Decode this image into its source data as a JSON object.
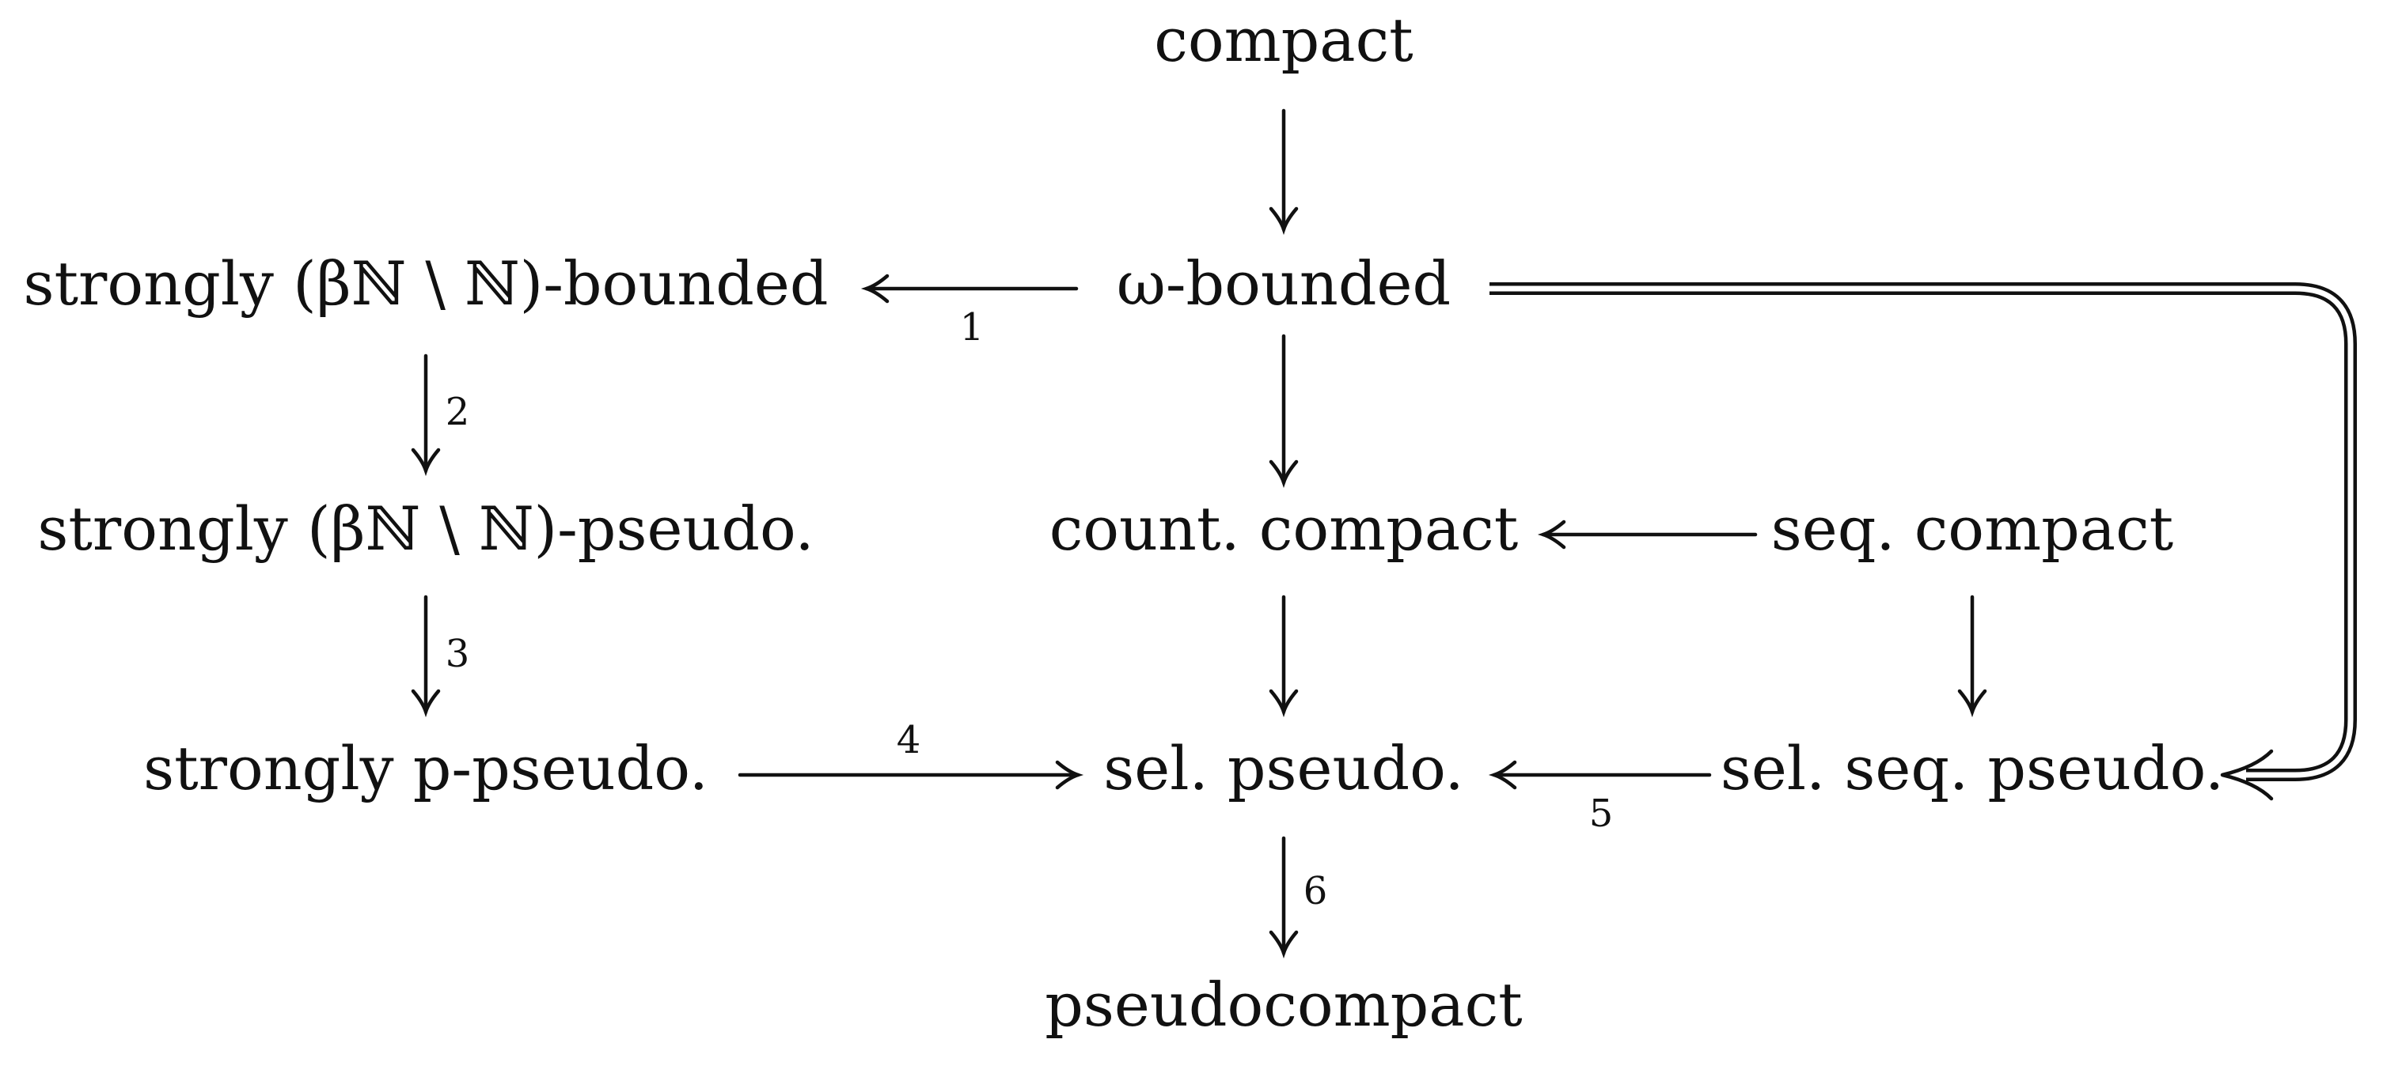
{
  "nodes": {
    "compact": "compact",
    "omega_bounded": "ω-bounded",
    "strongly_bn_bounded": "strongly (βℕ \\ ℕ)-bounded",
    "strongly_bn_pseudo": "strongly (βℕ \\ ℕ)-pseudo.",
    "count_compact": "count. compact",
    "seq_compact": "seq. compact",
    "strongly_p_pseudo": "strongly p-pseudo.",
    "sel_pseudo": "sel. pseudo.",
    "sel_seq_pseudo": "sel. seq. pseudo.",
    "pseudocompact": "pseudocompact"
  },
  "edge_labels": {
    "e1": "1",
    "e2": "2",
    "e3": "3",
    "e4": "4",
    "e5": "5",
    "e6": "6"
  },
  "edges": [
    {
      "from": "compact",
      "to": "omega_bounded",
      "type": "single"
    },
    {
      "from": "omega_bounded",
      "to": "strongly_bn_bounded",
      "type": "single",
      "label": "1"
    },
    {
      "from": "omega_bounded",
      "to": "count_compact",
      "type": "single"
    },
    {
      "from": "omega_bounded",
      "to": "sel_seq_pseudo",
      "type": "double"
    },
    {
      "from": "strongly_bn_bounded",
      "to": "strongly_bn_pseudo",
      "type": "single",
      "label": "2"
    },
    {
      "from": "strongly_bn_pseudo",
      "to": "strongly_p_pseudo",
      "type": "single",
      "label": "3"
    },
    {
      "from": "seq_compact",
      "to": "count_compact",
      "type": "single"
    },
    {
      "from": "count_compact",
      "to": "sel_pseudo",
      "type": "single"
    },
    {
      "from": "seq_compact",
      "to": "sel_seq_pseudo",
      "type": "single"
    },
    {
      "from": "strongly_p_pseudo",
      "to": "sel_pseudo",
      "type": "single",
      "label": "4"
    },
    {
      "from": "sel_seq_pseudo",
      "to": "sel_pseudo",
      "type": "single",
      "label": "5"
    },
    {
      "from": "sel_pseudo",
      "to": "pseudocompact",
      "type": "single",
      "label": "6"
    }
  ]
}
